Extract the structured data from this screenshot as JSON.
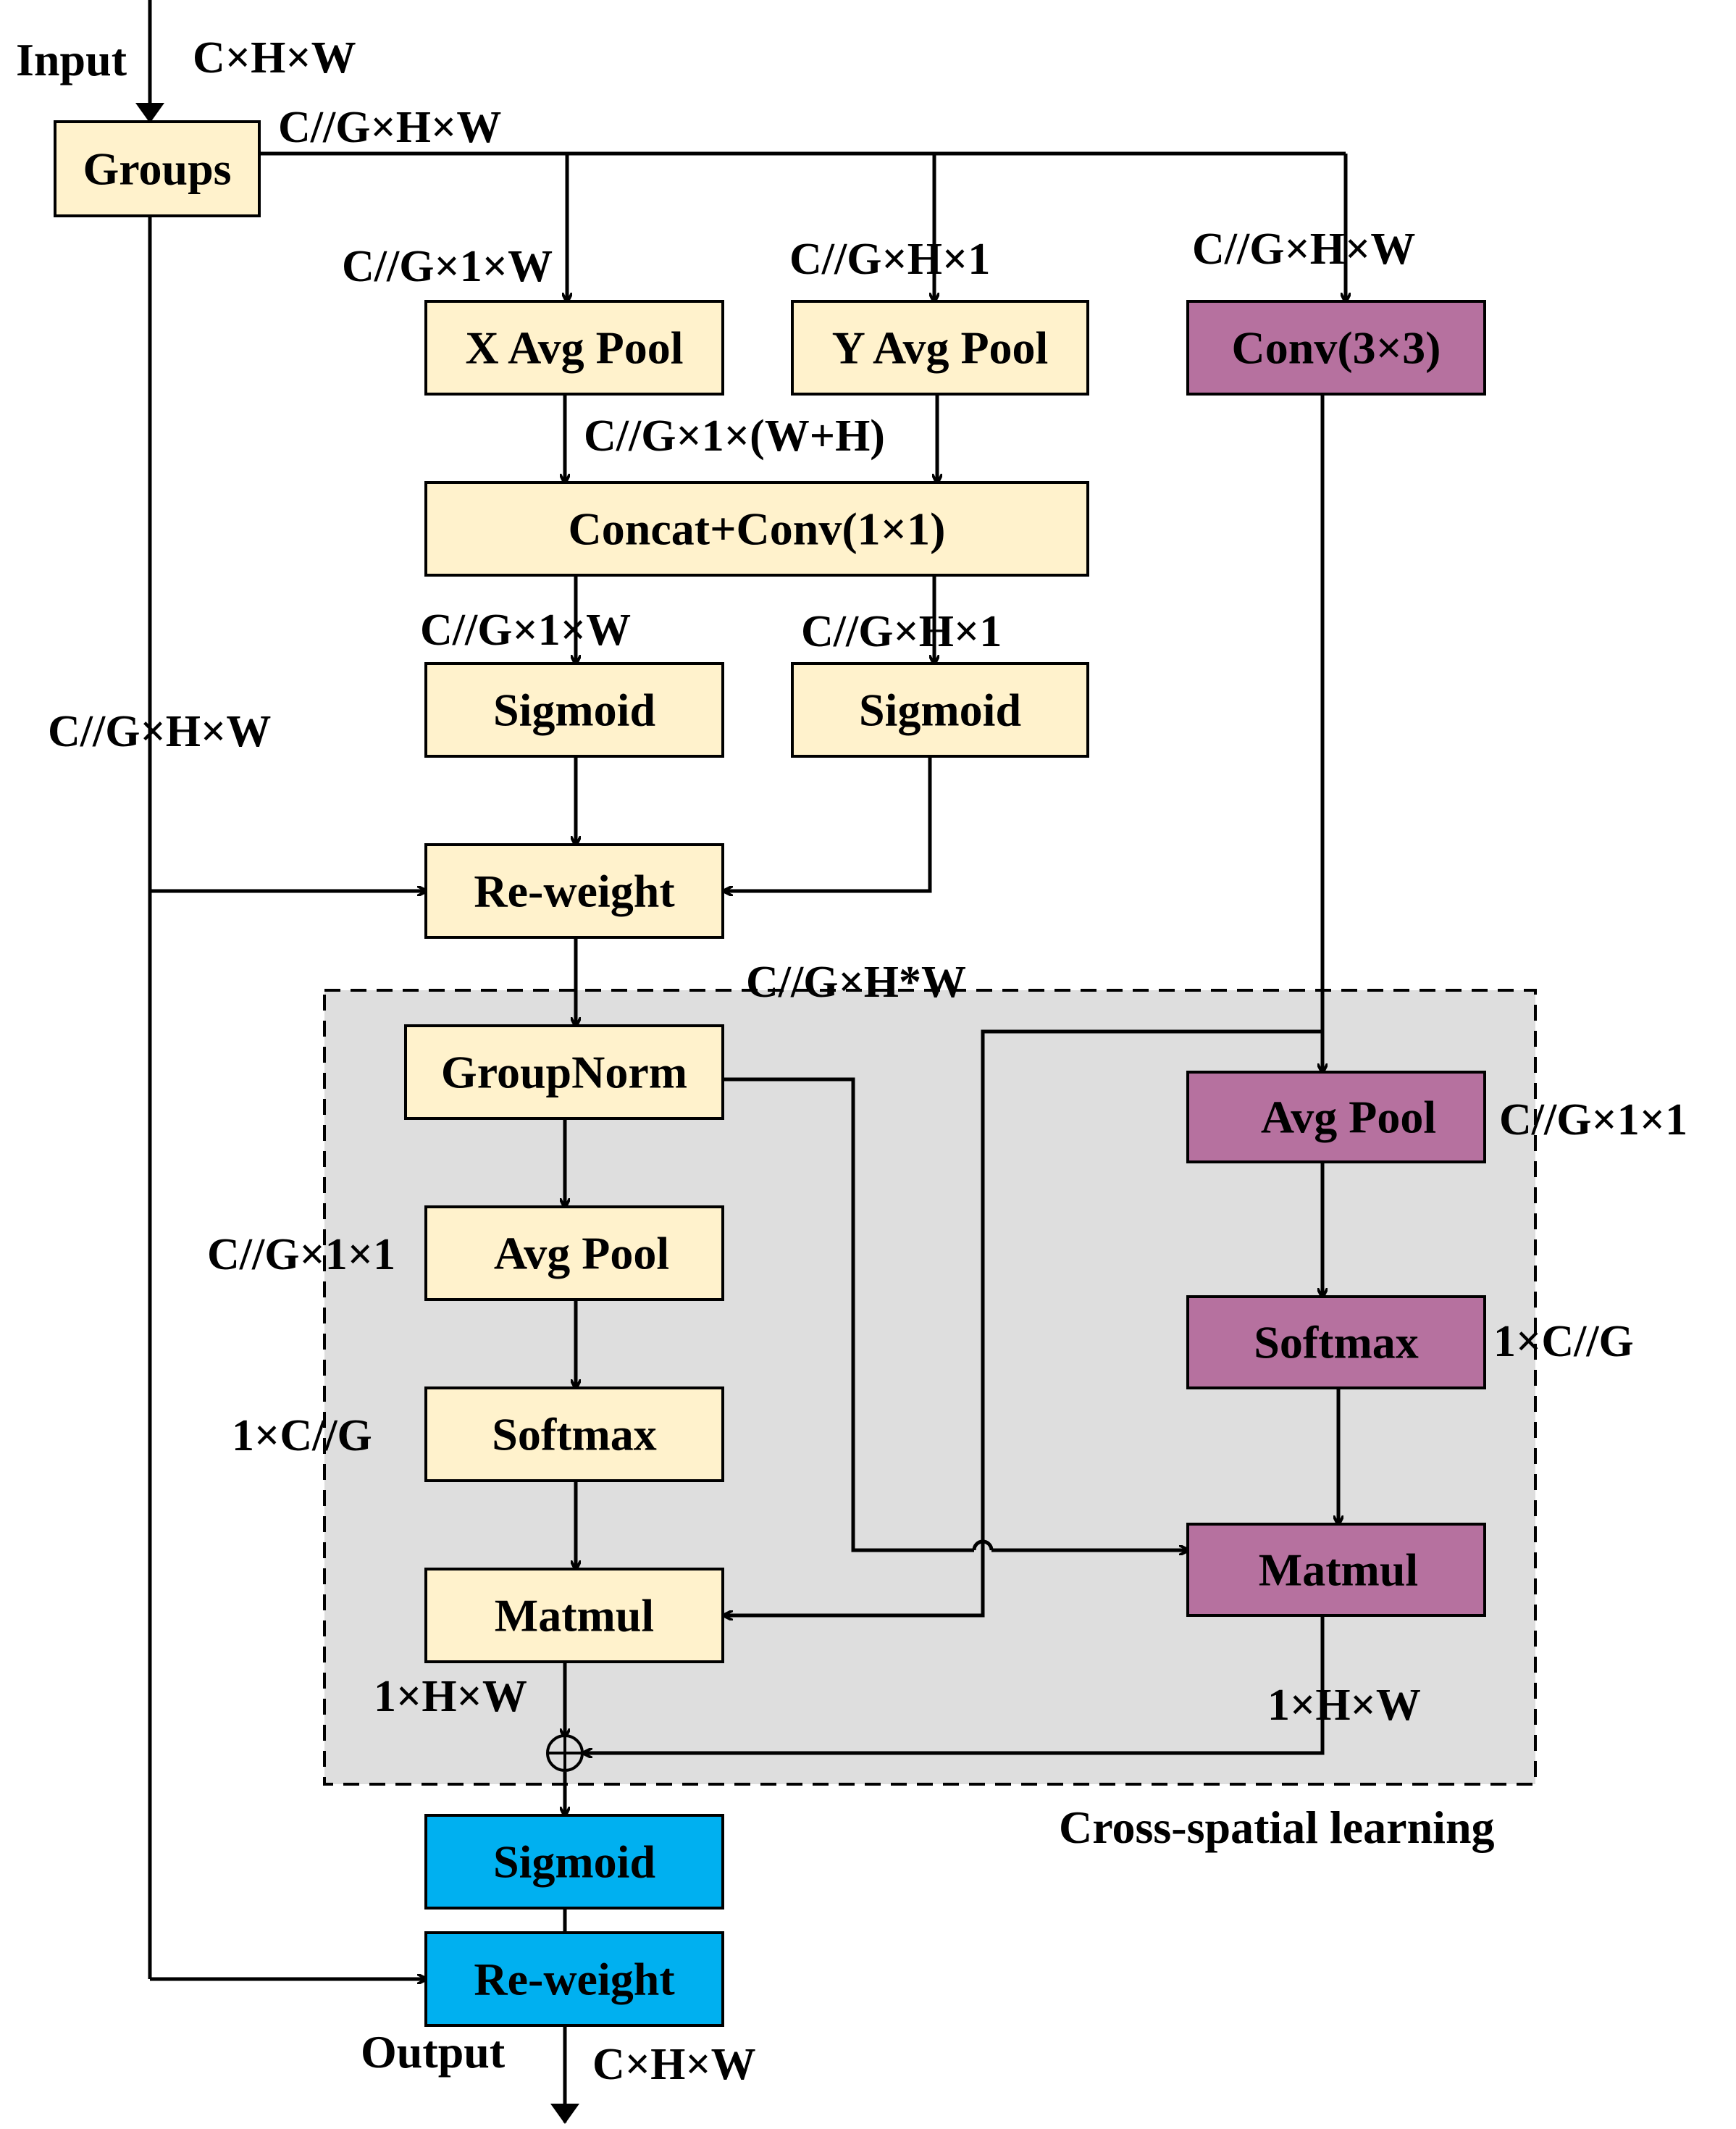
{
  "colors": {
    "cream": "#fff2cc",
    "purple": "#b6719f",
    "blue": "#00b0f0",
    "region": "#dedede"
  },
  "io": {
    "input": "Input",
    "output": "Output",
    "input_dim": "C×H×W",
    "output_dim": "C×H×W"
  },
  "boxes": {
    "groups": "Groups",
    "x_pool": "X Avg Pool",
    "y_pool": "Y Avg Pool",
    "conv3": "Conv(3×3)",
    "concat": "Concat+Conv(1×1)",
    "sig_x": "Sigmoid",
    "sig_y": "Sigmoid",
    "reweight1": "Re-weight",
    "groupnorm": "GroupNorm",
    "avgpool_l": "Avg Pool",
    "softmax_l": "Softmax",
    "matmul_l": "Matmul",
    "avgpool_r": "Avg Pool",
    "softmax_r": "Softmax",
    "matmul_r": "Matmul",
    "sigmoid_final": "Sigmoid",
    "reweight_final": "Re-weight"
  },
  "dims": {
    "groups_out": "C//G×H×W",
    "x_in": "C//G×1×W",
    "y_in": "C//G×H×1",
    "conv_in": "C//G×H×W",
    "concat_in": "C//G×1×(W+H)",
    "sig_x_in": "C//G×1×W",
    "sig_y_in": "C//G×H×1",
    "skip": "C//G×H×W",
    "gn_in": "C//G×H*W",
    "avgpool_r_out": "C//G×1×1",
    "avgpool_l_out": "C//G×1×1",
    "softmax_r_out": "1×C//G",
    "softmax_l_out": "1×C//G",
    "matmul_l_out": "1×H×W",
    "matmul_r_out": "1×H×W"
  },
  "region_label": "Cross-spatial learning"
}
